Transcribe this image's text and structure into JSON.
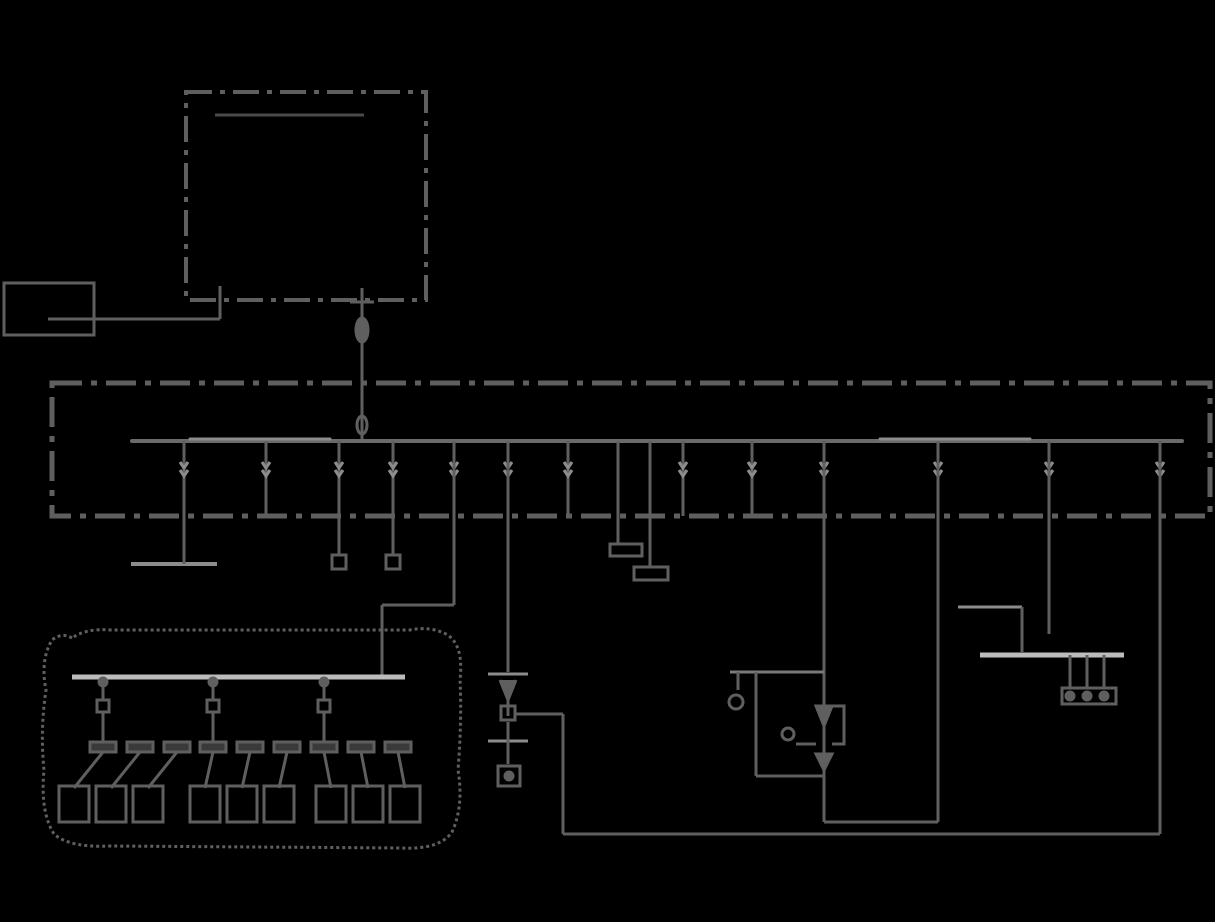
{
  "diagram": {
    "colors": {
      "background": "#000000",
      "line": "#5f5f5f",
      "light_line": "#8c8c8c",
      "pale": "#bcbcbc",
      "dim": "#3a3a3a"
    },
    "symbols": [
      "upper-control-panel",
      "left-terminal-box",
      "switchgear-enclosure",
      "main-busbar",
      "breaker-symbol",
      "sub-distribution-bus",
      "outgoing-load-box",
      "lower-cloud-boundary",
      "disconnect-switch",
      "earth-terminal",
      "motor-symbol",
      "capacitor-bank"
    ]
  }
}
